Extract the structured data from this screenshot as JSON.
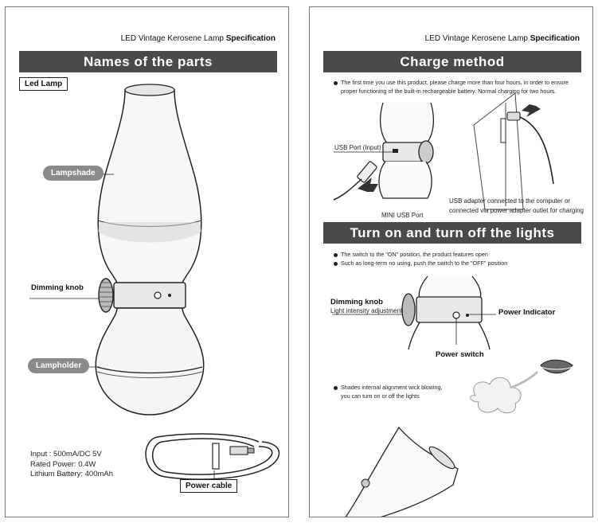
{
  "left_page": {
    "header": {
      "title": "LED Vintage Kerosene Lamp",
      "suffix": "Specification"
    },
    "band_title": "Names of the parts",
    "section_label": "Led Lamp",
    "parts": {
      "lampshade": "Lampshade",
      "dimming_knob": "Dimming knob",
      "lampholder": "Lampholder",
      "power_cable": "Power cable"
    },
    "specs": {
      "input": "Input : 500mA/DC 5V",
      "rated_power": "Rated Power: 0.4W",
      "battery": "Lithium Battery: 400mAh"
    }
  },
  "right_page": {
    "header": {
      "title": "LED Vintage Kerosene Lamp",
      "suffix": "Specification"
    },
    "charge": {
      "band_title": "Charge method",
      "note_line1": "The first time you use this product,  please charge more than four hours, in order to ensure",
      "note_line2": "proper functioning of the built-in rechargeable battery.  Normal charging for two hours.",
      "usb_port_label": "USB Port (Input)",
      "mini_usb_label": "MINI USB Port",
      "adapter_line1": "USB adapter connected to the computer or",
      "adapter_line2": "connected via power adapter outlet for charging"
    },
    "switch": {
      "band_title": "Turn on and turn off the lights",
      "note1": "The switch to the \"ON\" position,  the product features open",
      "note2": "Such as long-term no using,  push the switch to the \"OFF\" position",
      "dimming_knob": "Dimming knob",
      "light_intensity": "Light intensity adjustment",
      "power_indicator": "Power Indicator",
      "power_switch": "Power switch"
    },
    "blow": {
      "note_line1": "Shades internal alignment wick blowing,",
      "note_line2": "you can turn on or off the lights"
    }
  }
}
